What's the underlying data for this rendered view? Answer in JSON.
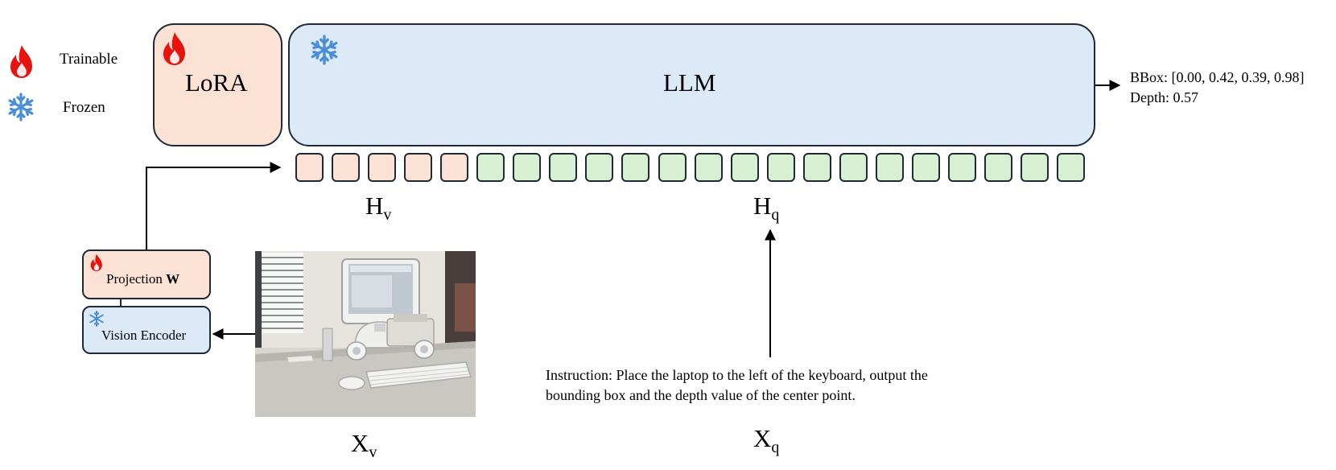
{
  "legend": {
    "trainable_label": "Trainable",
    "frozen_label": "Frozen"
  },
  "modules": {
    "lora_label": "LoRA",
    "llm_label": "LLM",
    "projection_label": "Projection",
    "projection_bold": "W",
    "vision_encoder_label": "Vision Encoder"
  },
  "tokens": {
    "visual_count": 5,
    "question_count": 17
  },
  "symbols": {
    "h_v_base": "H",
    "h_v_sub": "v",
    "h_q_base": "H",
    "h_q_sub": "q",
    "x_v_base": "X",
    "x_v_sub": "v",
    "x_q_base": "X",
    "x_q_sub": "q"
  },
  "instruction": {
    "line1": "Instruction: Place the laptop to the left of the keyboard, output the",
    "line2": "bounding box and the depth value of the center point."
  },
  "output": {
    "bbox": "BBox: [0.00, 0.42, 0.39, 0.98]",
    "depth": "Depth: 0.57"
  },
  "colors": {
    "trainable_fill": "#fbe2d5",
    "frozen_fill": "#dce9f6",
    "question_token_fill": "#d8f0d2",
    "fire_red": "#e8130f",
    "snow_blue": "#4a8fd6"
  }
}
